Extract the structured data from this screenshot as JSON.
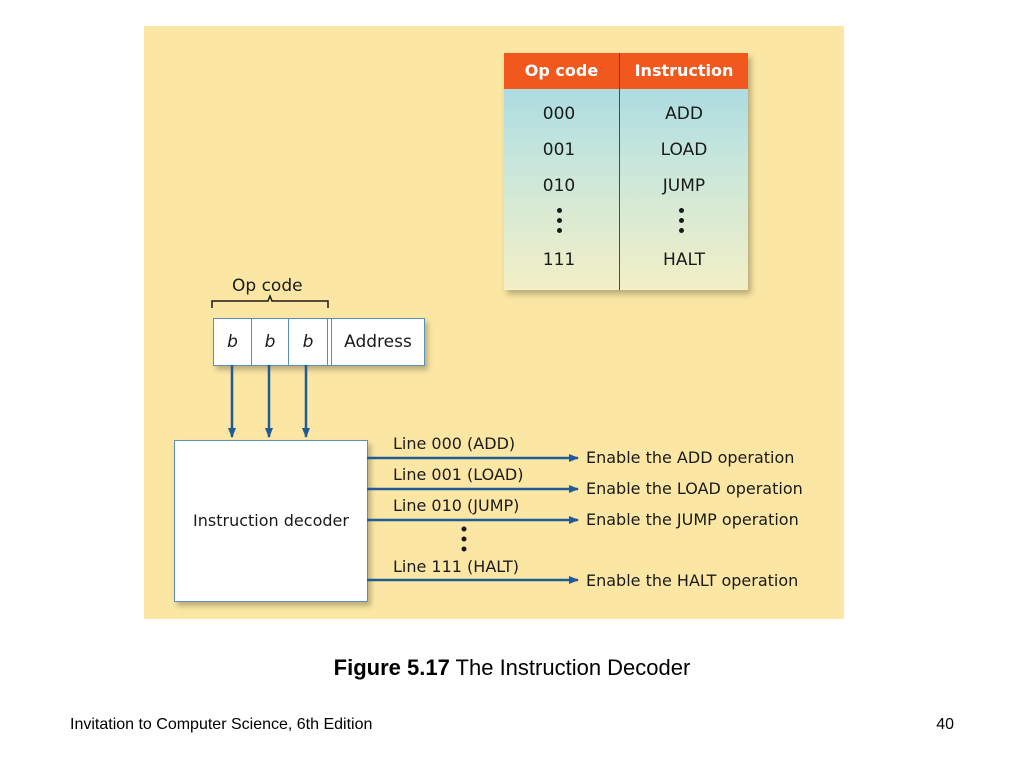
{
  "opcode_table": {
    "headers": [
      "Op code",
      "Instruction"
    ],
    "rows": [
      {
        "code": "000",
        "instruction": "ADD"
      },
      {
        "code": "001",
        "instruction": "LOAD"
      },
      {
        "code": "010",
        "instruction": "JUMP"
      },
      {
        "code": "111",
        "instruction": "HALT"
      }
    ]
  },
  "register": {
    "bracket_label": "Op code",
    "bits": [
      "b",
      "b",
      "b"
    ],
    "address_label": "Address"
  },
  "decoder": {
    "label": "Instruction decoder",
    "lines": [
      {
        "line": "Line 000 (ADD)",
        "enable": "Enable the ADD operation"
      },
      {
        "line": "Line 001 (LOAD)",
        "enable": "Enable the LOAD operation"
      },
      {
        "line": "Line 010 (JUMP)",
        "enable": "Enable the JUMP operation"
      },
      {
        "line": "Line 111 (HALT)",
        "enable": "Enable the HALT operation"
      }
    ]
  },
  "caption": {
    "figure": "Figure 5.17",
    "title": "The Instruction Decoder"
  },
  "footer": {
    "book": "Invitation to Computer Science, 6th Edition",
    "page": "40"
  },
  "colors": {
    "panel": "#fbe7a3",
    "header": "#f0581e",
    "arrow": "#1f5a99"
  }
}
